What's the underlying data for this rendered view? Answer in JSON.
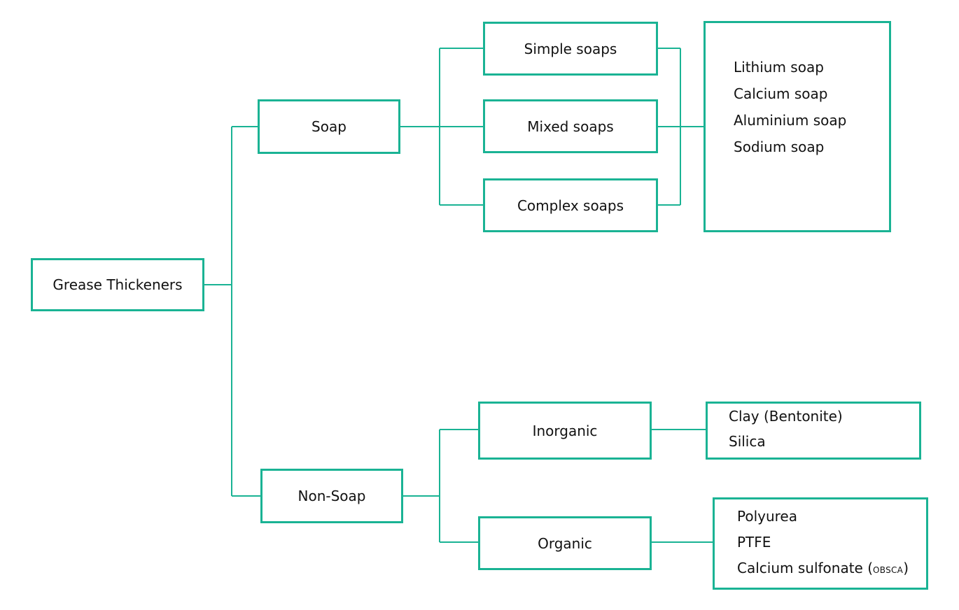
{
  "diagram": {
    "accent_color": "#1ab394",
    "root": {
      "label": "Grease Thickeners"
    },
    "soap": {
      "label": "Soap",
      "children": [
        "Simple soaps",
        "Mixed soaps",
        "Complex soaps"
      ],
      "examples": [
        "Lithium soap",
        "Calcium soap",
        "Aluminium soap",
        "Sodium soap"
      ]
    },
    "non_soap": {
      "label": "Non-Soap",
      "inorganic": {
        "label": "Inorganic",
        "examples": [
          "Clay (Bentonite)",
          "Silica"
        ]
      },
      "organic": {
        "label": "Organic",
        "examples": [
          "Polyurea",
          "PTFE"
        ],
        "last_example": {
          "main": "Calcium sulfonate (",
          "small": "OBSCA",
          "close": ")"
        }
      }
    }
  }
}
